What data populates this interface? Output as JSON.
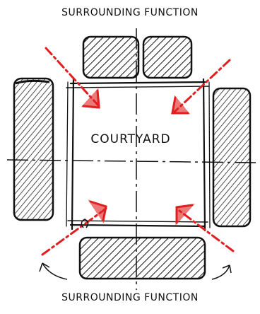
{
  "diagram": {
    "top_label": "SURROUNDING FUNCTION",
    "center_label": "COURTYARD",
    "bottom_label": "SURROUNDING FUNCTION",
    "colors": {
      "ink": "#111111",
      "arrow": "#e02020",
      "paper": "#ffffff"
    }
  }
}
